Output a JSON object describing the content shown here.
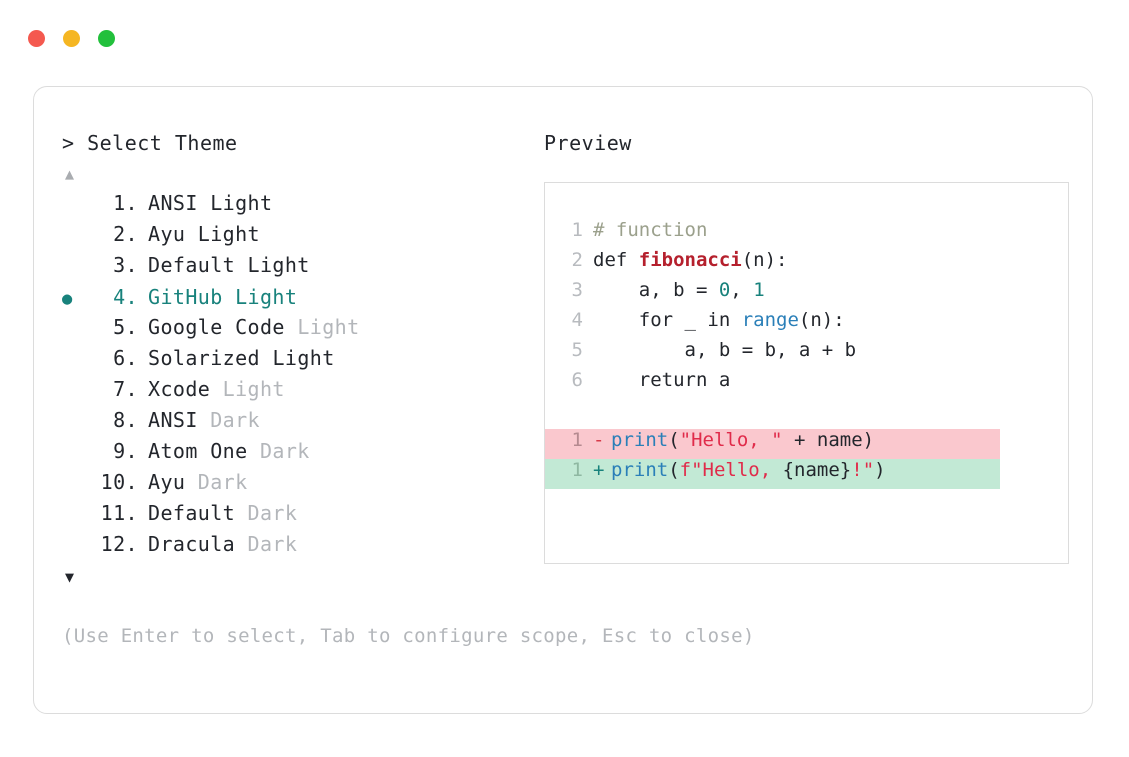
{
  "window": {
    "controls": [
      {
        "name": "close",
        "color": "#f4594f"
      },
      {
        "name": "minimize",
        "color": "#f5b622"
      },
      {
        "name": "maximize",
        "color": "#22c03c"
      }
    ]
  },
  "selector": {
    "prompt_symbol": ">",
    "title": "Select Theme",
    "scroll_up_icon": "▲",
    "scroll_down_icon": "▼",
    "selected_bullet": "●",
    "items": [
      {
        "index": "1.",
        "name": "ANSI",
        "variant": "Light",
        "variant_dim": false,
        "selected": false
      },
      {
        "index": "2.",
        "name": "Ayu",
        "variant": "Light",
        "variant_dim": false,
        "selected": false
      },
      {
        "index": "3.",
        "name": "Default",
        "variant": "Light",
        "variant_dim": false,
        "selected": false
      },
      {
        "index": "4.",
        "name": "GitHub",
        "variant": "Light",
        "variant_dim": false,
        "selected": true
      },
      {
        "index": "5.",
        "name": "Google Code",
        "variant": "Light",
        "variant_dim": true,
        "selected": false
      },
      {
        "index": "6.",
        "name": "Solarized",
        "variant": "Light",
        "variant_dim": false,
        "selected": false
      },
      {
        "index": "7.",
        "name": "Xcode",
        "variant": "Light",
        "variant_dim": true,
        "selected": false
      },
      {
        "index": "8.",
        "name": "ANSI",
        "variant": "Dark",
        "variant_dim": true,
        "selected": false
      },
      {
        "index": "9.",
        "name": "Atom One",
        "variant": "Dark",
        "variant_dim": true,
        "selected": false
      },
      {
        "index": "10.",
        "name": "Ayu",
        "variant": "Dark",
        "variant_dim": true,
        "selected": false
      },
      {
        "index": "11.",
        "name": "Default",
        "variant": "Dark",
        "variant_dim": true,
        "selected": false
      },
      {
        "index": "12.",
        "name": "Dracula",
        "variant": "Dark",
        "variant_dim": true,
        "selected": false
      }
    ]
  },
  "preview": {
    "title": "Preview",
    "code_lines": [
      {
        "num": "1",
        "tokens": [
          {
            "t": "# function",
            "c": "tok-comment"
          }
        ]
      },
      {
        "num": "2",
        "tokens": [
          {
            "t": "def ",
            "c": "tok-plain"
          },
          {
            "t": "fibonacci",
            "c": "tok-func"
          },
          {
            "t": "(n):",
            "c": "tok-plain"
          }
        ]
      },
      {
        "num": "3",
        "tokens": [
          {
            "t": "    a, b = ",
            "c": "tok-plain"
          },
          {
            "t": "0",
            "c": "tok-num"
          },
          {
            "t": ", ",
            "c": "tok-plain"
          },
          {
            "t": "1",
            "c": "tok-num"
          }
        ]
      },
      {
        "num": "4",
        "tokens": [
          {
            "t": "    for _ in ",
            "c": "tok-plain"
          },
          {
            "t": "range",
            "c": "tok-builtin"
          },
          {
            "t": "(n):",
            "c": "tok-plain"
          }
        ]
      },
      {
        "num": "5",
        "tokens": [
          {
            "t": "        a, b = b, a + b",
            "c": "tok-plain"
          }
        ]
      },
      {
        "num": "6",
        "tokens": [
          {
            "t": "    return a",
            "c": "tok-plain"
          }
        ]
      }
    ],
    "diff_lines": [
      {
        "num": "1",
        "sign": "-",
        "kind": "del",
        "tokens": [
          {
            "t": "print",
            "c": "tok-call"
          },
          {
            "t": "(",
            "c": "tok-plain"
          },
          {
            "t": "\"Hello, \"",
            "c": "tok-str"
          },
          {
            "t": " + name)",
            "c": "tok-plain"
          }
        ]
      },
      {
        "num": "1",
        "sign": "+",
        "kind": "add",
        "tokens": [
          {
            "t": "print",
            "c": "tok-call"
          },
          {
            "t": "(",
            "c": "tok-plain"
          },
          {
            "t": "f\"Hello, ",
            "c": "tok-str"
          },
          {
            "t": "{name}",
            "c": "tok-plain"
          },
          {
            "t": "!\"",
            "c": "tok-str"
          },
          {
            "t": ")",
            "c": "tok-plain"
          }
        ]
      }
    ]
  },
  "footer": {
    "help": "(Use Enter to select, Tab to configure scope, Esc to close)"
  }
}
